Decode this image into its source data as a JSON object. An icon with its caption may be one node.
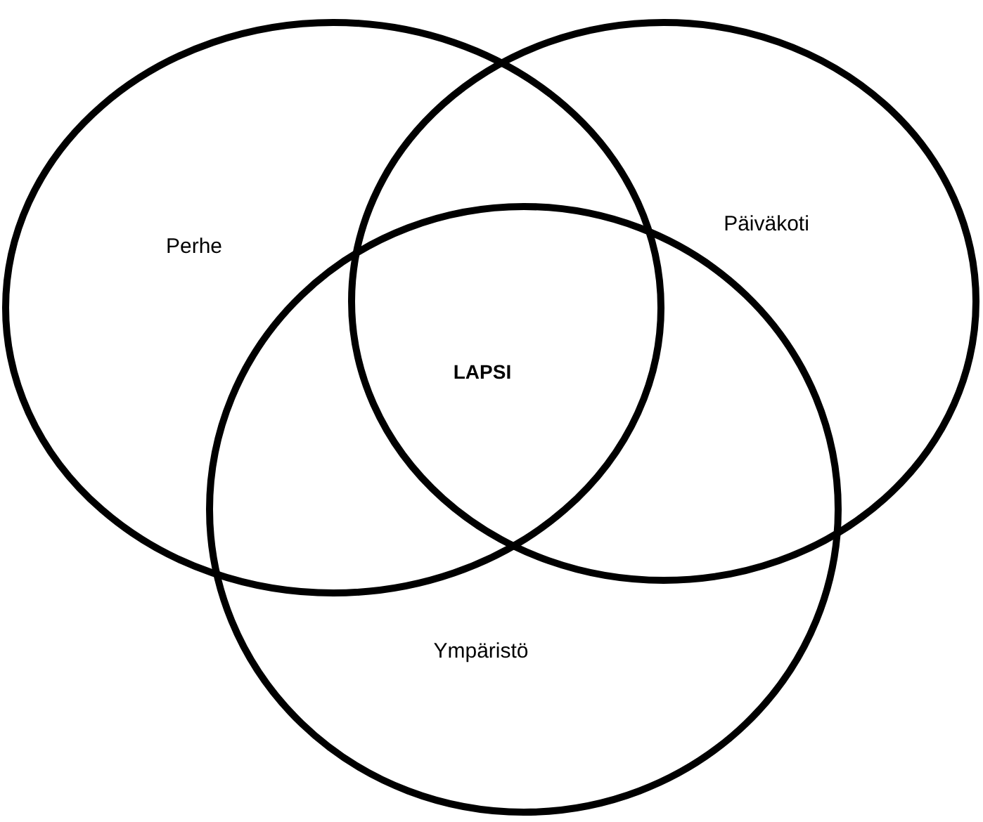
{
  "diagram": {
    "nodes": [
      {
        "text": [
          "Perhe"
        ]
      },
      {
        "text": [
          "Päiväkoti"
        ]
      },
      {
        "text": [
          "Ympäristö"
        ]
      }
    ],
    "labels": [
      "LAPSI"
    ]
  }
}
